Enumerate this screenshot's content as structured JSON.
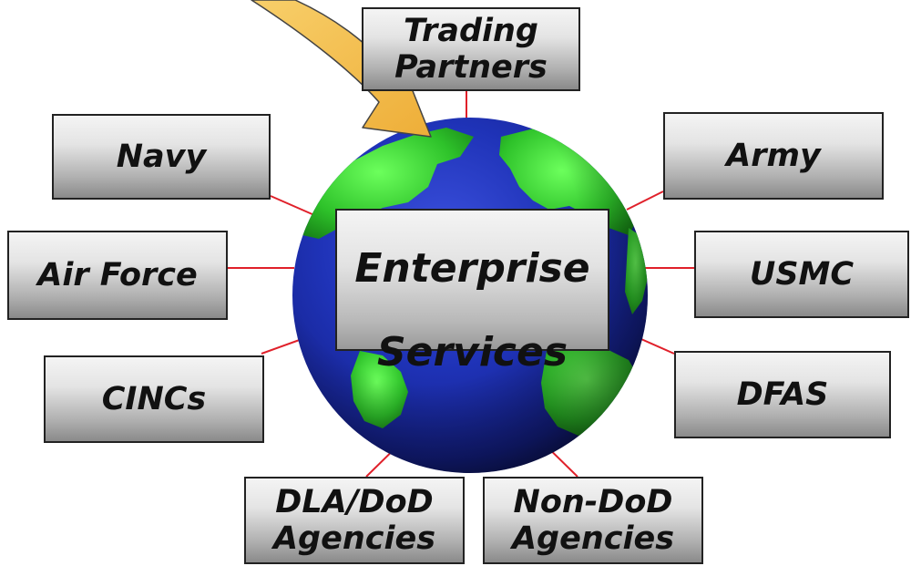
{
  "diagram": {
    "center": {
      "line1": "Enterprise",
      "line2": "Services"
    },
    "nodes": {
      "trading_partners": {
        "line1": "Trading",
        "line2": "Partners"
      },
      "navy": {
        "label": "Navy"
      },
      "army": {
        "label": "Army"
      },
      "air_force": {
        "label": "Air Force"
      },
      "usmc": {
        "label": "USMC"
      },
      "cincs": {
        "label": "CINCs"
      },
      "dfas": {
        "label": "DFAS"
      },
      "dla_dod_agencies": {
        "line1": "DLA/DoD",
        "line2": "Agencies"
      },
      "non_dod_agencies": {
        "line1": "Non-DoD",
        "line2": "Agencies"
      }
    },
    "colors": {
      "connector": "#e0202a",
      "arrow_fill": "#f5c04e",
      "ocean": "#1a2a9c",
      "land": "#2fbf2f"
    }
  }
}
